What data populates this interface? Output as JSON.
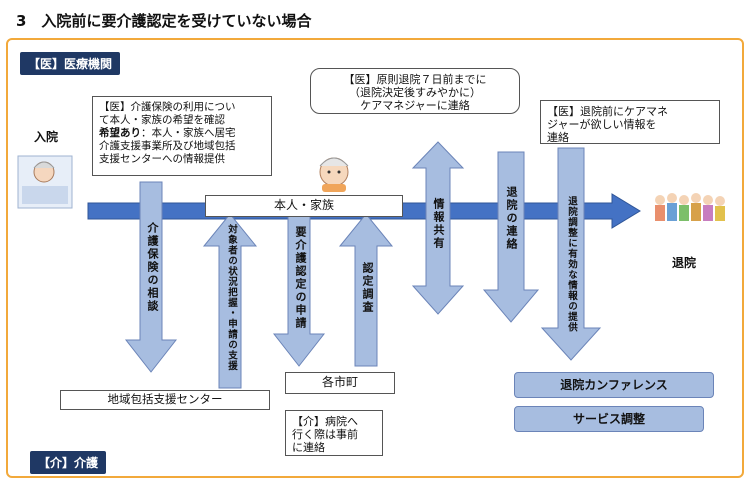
{
  "title": "3　入院前に要介護認定を受けていない場合",
  "tags": {
    "medical": "【医】医療機関",
    "care": "【介】介護"
  },
  "labels": {
    "admission": "入院",
    "discharge": "退院",
    "person_family": "本人・家族",
    "city": "各市町",
    "center": "地域包括支援センター"
  },
  "boxes": {
    "med_info": {
      "line1": "【医】介護保険の利用につい",
      "line2": "て本人・家族の希望を確認",
      "bold": "希望あり",
      "line3": "：本人・家族へ居宅",
      "line4": "介護支援事業所及び地域包括",
      "line5": "支援センターへの情報提供"
    },
    "med_principle": {
      "line1": "【医】原則退院７日前までに",
      "line2": "（退院決定後すみやかに）",
      "line3": "ケアマネジャーに連絡"
    },
    "med_before": {
      "line1": "【医】退院前にケアマネ",
      "line2": "ジャーが欲しい情報を",
      "line3": "連絡"
    },
    "care_note": {
      "line1": "【介】病院へ",
      "line2": "行く際は事前",
      "line3": "に連絡"
    }
  },
  "arrows": {
    "consult": "介護保険の相談",
    "support": "対象者の状況把握・申請の支援",
    "apply": "要介護認定の申請",
    "survey": "認定調査",
    "share": "情報共有",
    "contact": "退院の連絡",
    "provide": "退院調整に有効な情報の提供"
  },
  "buttons": {
    "conference": "退院カンファレンス",
    "service": "サービス調整"
  },
  "colors": {
    "frame": "#f2a93b",
    "tag": "#1f3864",
    "arrow_fill": "#a7bde0",
    "arrow_stroke": "#6b84b8",
    "main_arrow": "#4472c4"
  }
}
